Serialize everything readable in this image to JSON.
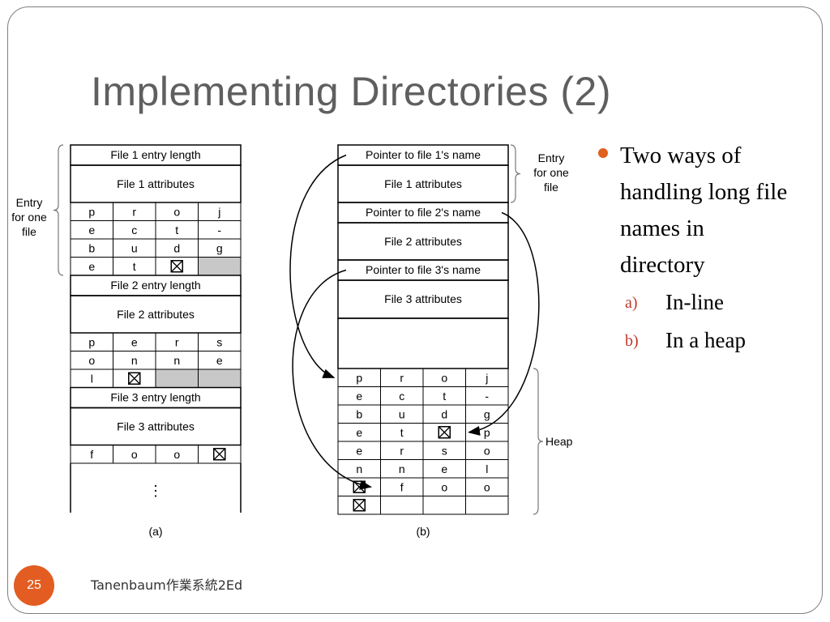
{
  "slide": {
    "title": "Implementing Directories (2)",
    "page_number": "25",
    "footer": "Tanenbaum作業系統2Ed"
  },
  "bullets": {
    "main": "Two ways of handling long file names in directory",
    "items": [
      {
        "label": "a)",
        "text": "In-line"
      },
      {
        "label": "b)",
        "text": "In a heap"
      }
    ]
  },
  "diagram_a": {
    "caption": "(a)",
    "brace_label": [
      "Entry",
      "for one",
      "file"
    ],
    "files": [
      {
        "entry_length": "File 1 entry length",
        "attributes": "File 1 attributes",
        "chars": [
          [
            "p",
            "r",
            "o",
            "j"
          ],
          [
            "e",
            "c",
            "t",
            "-"
          ],
          [
            "b",
            "u",
            "d",
            "g"
          ],
          [
            "e",
            "t",
            "⊠",
            ""
          ]
        ]
      },
      {
        "entry_length": "File 2 entry length",
        "attributes": "File 2 attributes",
        "chars": [
          [
            "p",
            "e",
            "r",
            "s"
          ],
          [
            "o",
            "n",
            "n",
            "e"
          ],
          [
            "l",
            "⊠",
            "",
            ""
          ]
        ]
      },
      {
        "entry_length": "File 3 entry length",
        "attributes": "File 3 attributes",
        "chars": [
          [
            "f",
            "o",
            "o",
            "⊠"
          ]
        ]
      }
    ],
    "ellipsis": "⋮"
  },
  "diagram_b": {
    "caption": "(b)",
    "brace_label": [
      "Entry",
      "for one",
      "file"
    ],
    "heap_label": "Heap",
    "entries": [
      {
        "pointer": "Pointer to file 1's name",
        "attributes": "File 1 attributes"
      },
      {
        "pointer": "Pointer to file 2's name",
        "attributes": "File 2 attributes"
      },
      {
        "pointer": "Pointer to file 3's name",
        "attributes": "File 3 attributes"
      }
    ],
    "heap": [
      [
        "p",
        "r",
        "o",
        "j"
      ],
      [
        "e",
        "c",
        "t",
        "-"
      ],
      [
        "b",
        "u",
        "d",
        "g"
      ],
      [
        "e",
        "t",
        "⊠",
        "p"
      ],
      [
        "e",
        "r",
        "s",
        "o"
      ],
      [
        "n",
        "n",
        "e",
        "l"
      ],
      [
        "⊠",
        "f",
        "o",
        "o"
      ],
      [
        "⊠",
        "",
        "",
        ""
      ]
    ]
  },
  "colors": {
    "accent": "#e35d22",
    "title": "#5f5f5f",
    "shade": "#c8c8c8"
  }
}
